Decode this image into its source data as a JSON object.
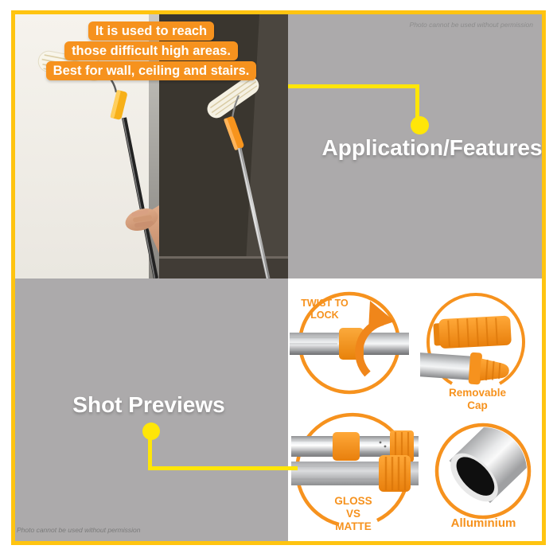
{
  "watermark": {
    "top": "Photo cannot be used without permission",
    "bottom": "Photo cannot be used without permission"
  },
  "caption": {
    "lines": [
      "It is used to reach",
      "those difficult high areas.",
      "Best for wall, ceiling and stairs."
    ]
  },
  "titles": {
    "application": "Application/Features",
    "previews": "Shot Previews"
  },
  "preview_circles": [
    {
      "label": "TWIST TO LOCK"
    },
    {
      "label": "Removable Cap"
    },
    {
      "label": "GLOSS VS MATTE"
    },
    {
      "label": "Alluminium"
    }
  ],
  "colors": {
    "orange": "#f6921e",
    "connector_yellow": "#ffe608",
    "frame_yellow": "#ffc410",
    "panel_gray": "#acaaab"
  }
}
